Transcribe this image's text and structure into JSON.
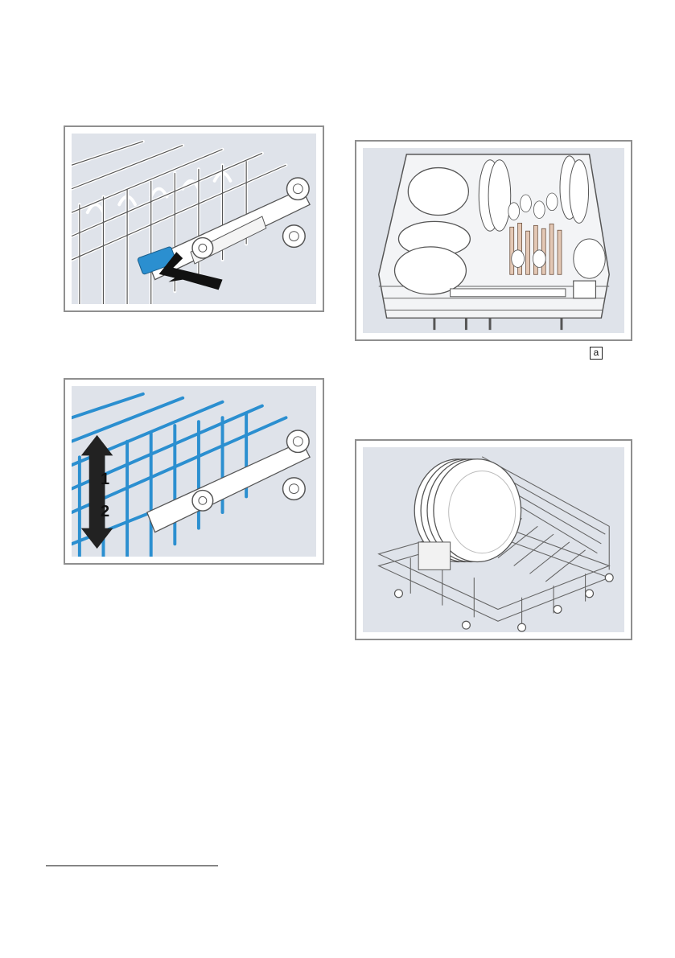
{
  "figures": {
    "rack_release_button": {
      "icon": "press-arrow-icon"
    },
    "rack_height_adjust": {
      "arrow_label_up": "1",
      "arrow_label_down": "2",
      "icon": "double-arrow-icon"
    },
    "upper_rack_loaded": {
      "callout_label": "a"
    },
    "lower_rack_plates": {
      "icon": "plates-rack-icon"
    }
  },
  "colors": {
    "figure_bg": "#dfe3ea",
    "frame": "#8f8f8f",
    "accent_blue": "#2b8fd0"
  }
}
